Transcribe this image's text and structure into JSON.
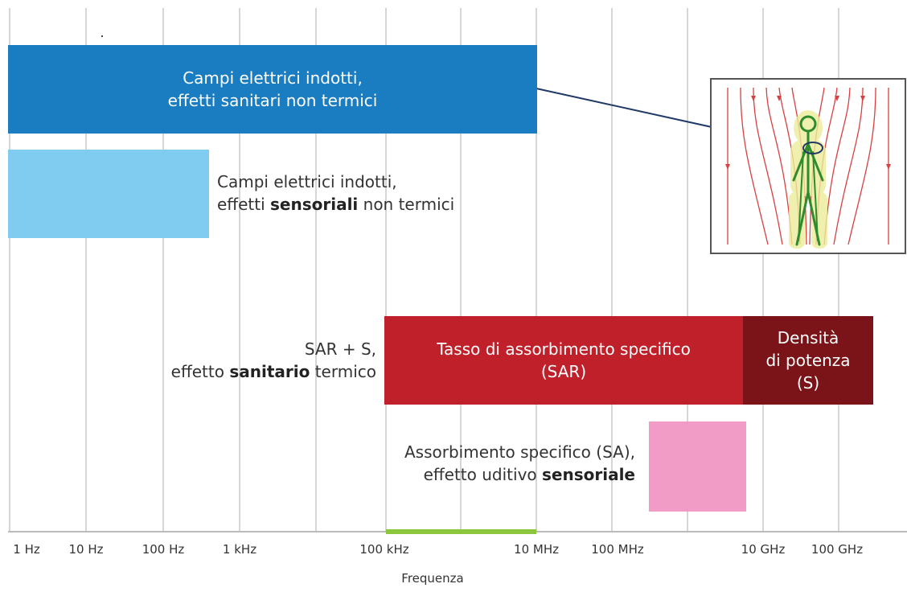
{
  "axis": {
    "xlabel": "Frequenza",
    "ticks": [
      "1 Hz",
      "10 Hz",
      "100 Hz",
      "1 kHz",
      "100 kHz",
      "10 MHz",
      "100 MHz",
      "10 GHz",
      "100 GHz"
    ]
  },
  "bands": {
    "induced_health": {
      "line1": "Campi elettrici indotti,",
      "line2": "effetti sanitari non termici",
      "color": "#1a7cc1"
    },
    "induced_sensory": {
      "line1": "Campi elettrici indotti,",
      "line2_pre": "effetti ",
      "line2_bold": "sensoriali",
      "line2_post": " non termici",
      "color": "#7fccf0"
    },
    "sar": {
      "line1": "Tasso di assorbimento specifico",
      "line2": "(SAR)",
      "color": "#c0202a"
    },
    "power_density": {
      "line1": "Densità",
      "line2": "di potenza",
      "line3": "(S)",
      "color": "#7a1418"
    },
    "sar_s_label": {
      "line1": "SAR + S,",
      "line2_pre": "effetto ",
      "line2_bold": "sanitario",
      "line2_post": " termico"
    },
    "sa": {
      "line1": "Assorbimento specifico (SA),",
      "line2_pre": "effetto uditivo ",
      "line2_bold": "sensoriale",
      "color": "#f09cc6"
    },
    "green_range_color": "#8cc63f"
  },
  "inset": {
    "field_color": "#d94040",
    "body_color": "#2e8b2e",
    "halo_color": "#e8e88a"
  }
}
